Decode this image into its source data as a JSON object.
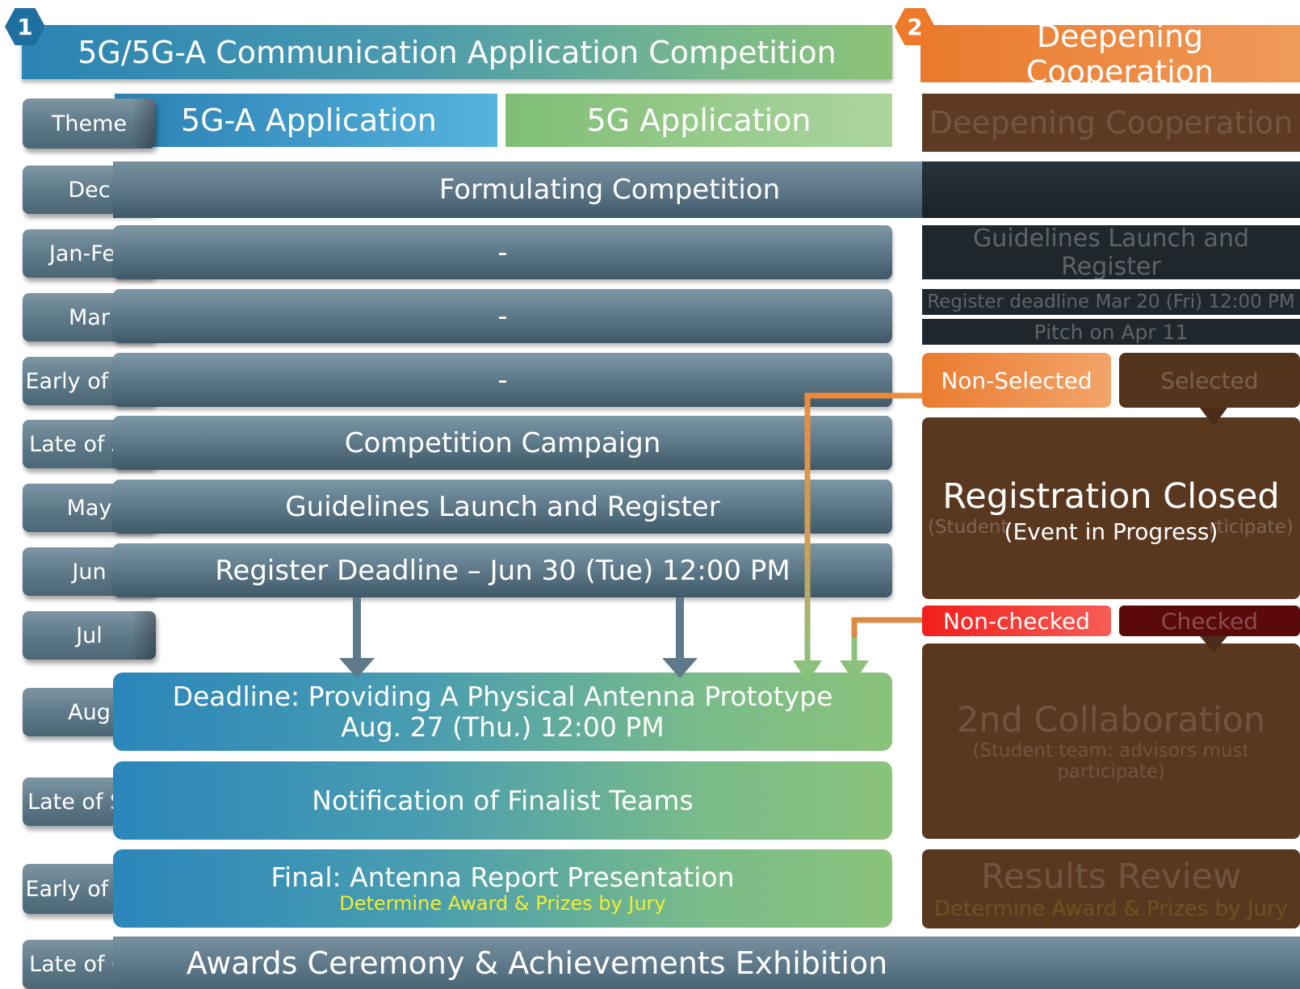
{
  "header": {
    "section1": {
      "number": "1",
      "title": "5G/5G-A Communication Application Competition"
    },
    "section2": {
      "number": "2",
      "title": "Deepening Cooperation"
    }
  },
  "themes": {
    "label": "Theme",
    "app_5ga": "5G-A Application",
    "app_5g": "5G Application",
    "coop": "Deepening Cooperation"
  },
  "timeline": {
    "dec": {
      "label": "Dec",
      "text": "Formulating Competition"
    },
    "janfeb": {
      "label": "Jan-Feb",
      "text": "-"
    },
    "mar": {
      "label": "Mar",
      "text": "-"
    },
    "early_apr": {
      "label": "Early of Apr",
      "text": "-"
    },
    "late_apr": {
      "label": "Late of Apr",
      "text": "Competition Campaign"
    },
    "may": {
      "label": "May",
      "text": "Guidelines Launch and Register"
    },
    "jun": {
      "label": "Jun",
      "text": "Register Deadline – Jun 30 (Tue) 12:00 PM"
    },
    "jul": {
      "label": "Jul"
    },
    "aug": {
      "label": "Aug",
      "line1": "Deadline: Providing A Physical Antenna Prototype",
      "line2": "Aug. 27 (Thu.) 12:00 PM"
    },
    "late_sep": {
      "label": "Late of Sep",
      "text": "Notification of Finalist Teams"
    },
    "early_oct": {
      "label": "Early of Oct",
      "line1": "Final: Antenna Report Presentation",
      "line2": "Determine Award & Prizes by Jury"
    },
    "late_oct": {
      "label": "Late of Oct",
      "text": "Awards Ceremony & Achievements Exhibition"
    }
  },
  "coop": {
    "guidelines": "Guidelines Launch and Register",
    "register_deadline": "Register deadline Mar 20 (Fri) 12:00 PM",
    "pitch": "Pitch on Apr 11",
    "non_selected": "Non-Selected",
    "selected": "Selected",
    "closed_title": "Registration Closed",
    "closed_sub": "(Event in Progress)",
    "collab1_left": "(Student",
    "collab1_right": "rticipate)",
    "non_checked": "Non-checked",
    "checked": "Checked",
    "collab2_title": "2nd Collaboration",
    "collab2_sub": "(Student team: advisors must participate)",
    "results_title": "Results Review",
    "results_sub": "Determine Award & Prizes by Jury"
  },
  "colors": {
    "accent_orange": "#ee8a3c",
    "accent_red": "#f5221f",
    "highlight_yellow": "#f3ee2c",
    "brown_overlay": "#5e3a22"
  }
}
